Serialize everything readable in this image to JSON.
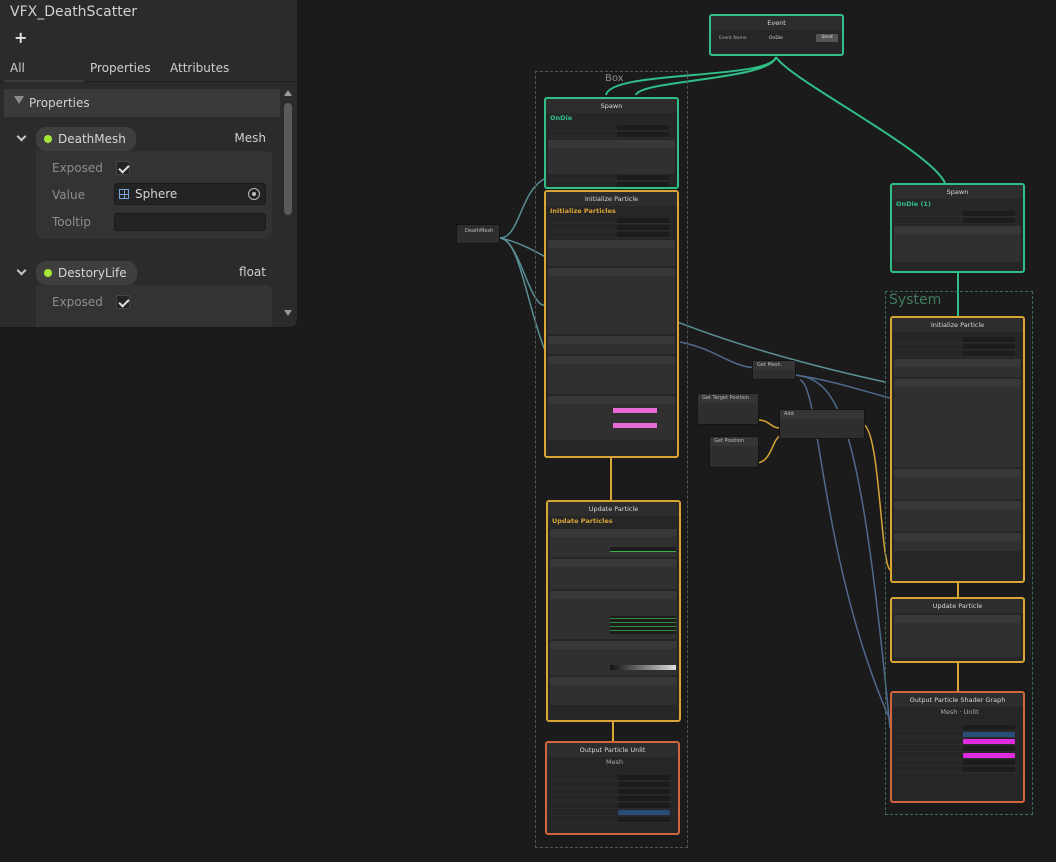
{
  "blackboard": {
    "title": "VFX_DeathScatter",
    "add_label": "+",
    "tabs": [
      "All",
      "Properties",
      "Attributes"
    ],
    "section_label": "Properties",
    "properties": [
      {
        "name": "DeathMesh",
        "type": "Mesh",
        "exposed_label": "Exposed",
        "value_label": "Value",
        "value": "Sphere",
        "tooltip_label": "Tooltip"
      },
      {
        "name": "DestoryLife",
        "type": "float",
        "exposed_label": "Exposed"
      }
    ]
  },
  "graph": {
    "box_title": "Box",
    "system_title": "System",
    "event_node": {
      "title": "Event",
      "field_label": "Event Name",
      "field_value": "OnDie",
      "button": "Send"
    },
    "left_contexts": {
      "spawn": {
        "title": "Spawn",
        "sub": "OnDie"
      },
      "init": {
        "title": "Initialize Particle",
        "sub": "Initialize Particles"
      },
      "update": {
        "title": "Update Particle",
        "sub": "Update Particles"
      },
      "output": {
        "title": "Output Particle Unlit",
        "sub": "Mesh"
      }
    },
    "right_contexts": {
      "spawn": {
        "title": "Spawn",
        "sub": "OnDie (1)"
      },
      "init": {
        "title": "Initialize Particle"
      },
      "update": {
        "title": "Update Particle"
      },
      "output": {
        "title": "Output Particle Shader Graph",
        "sub": "Mesh · Unlit"
      }
    },
    "operators": {
      "mesh_param": "DeathMesh",
      "get_mesh": "Get Mesh",
      "get_position": "Get Position",
      "target_position": "Get Target Position",
      "add": "Add"
    }
  },
  "colors": {
    "spawn": "#2fbf87",
    "init_update": "#d9a537",
    "output": "#d2653b",
    "link_float": "#5a8f95",
    "link_vector": "#4f6a8d"
  }
}
